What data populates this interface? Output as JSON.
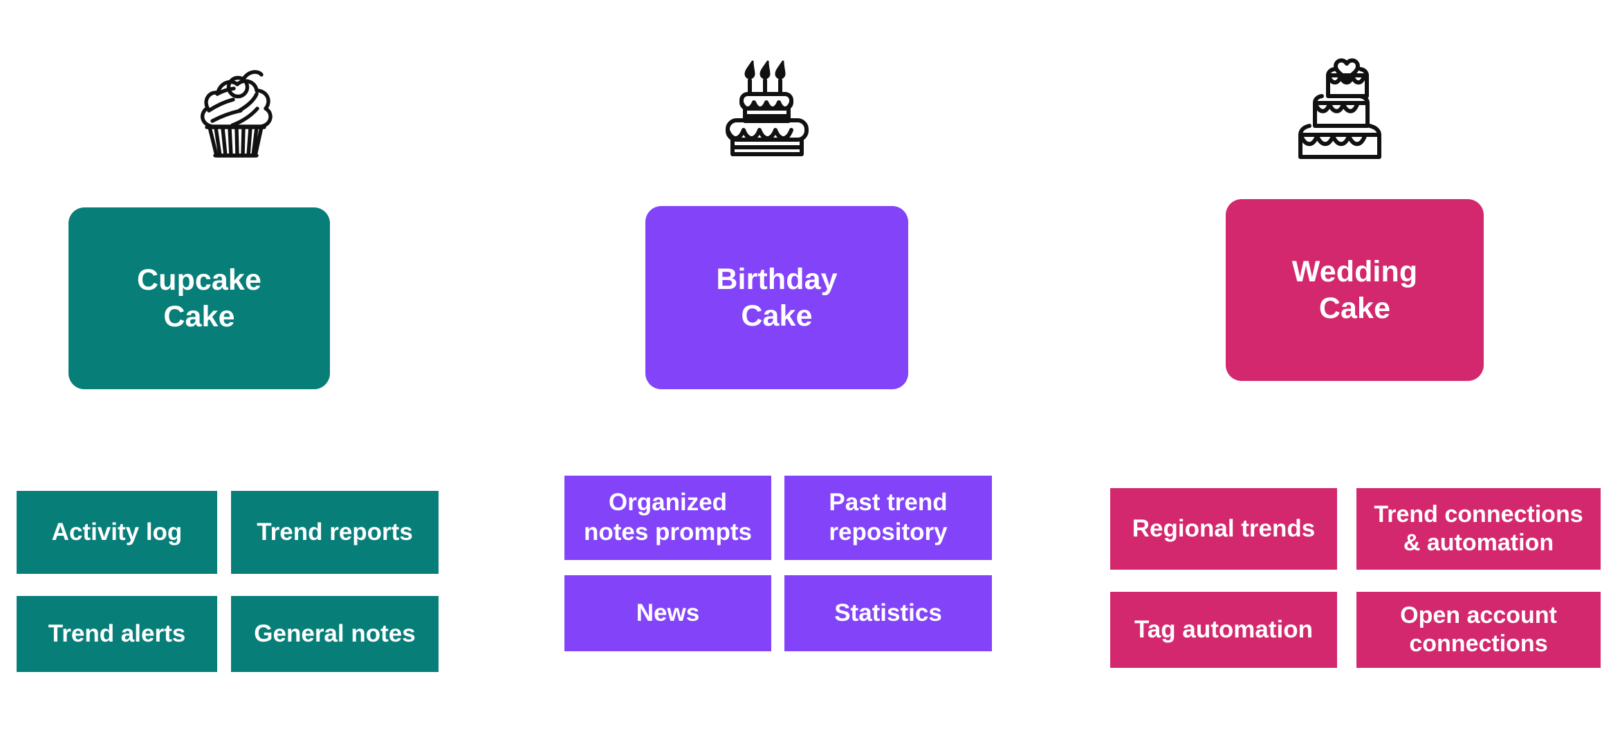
{
  "background_color": "#ffffff",
  "columns": [
    {
      "id": "cupcake",
      "icon": "cupcake-icon",
      "color": "#087E79",
      "card_label": "Cupcake\nCake",
      "tags": [
        {
          "label": "Activity log"
        },
        {
          "label": "Trend reports"
        },
        {
          "label": "Trend alerts"
        },
        {
          "label": "General notes"
        }
      ]
    },
    {
      "id": "birthday",
      "icon": "birthday-cake-icon",
      "color": "#8344F9",
      "card_label": "Birthday\nCake",
      "tags": [
        {
          "label": "Organized\nnotes prompts"
        },
        {
          "label": "Past trend\nrepository"
        },
        {
          "label": "News"
        },
        {
          "label": "Statistics"
        }
      ]
    },
    {
      "id": "wedding",
      "icon": "wedding-cake-icon",
      "color": "#D3286D",
      "card_label": "Wedding\nCake",
      "tags": [
        {
          "label": "Regional trends"
        },
        {
          "label": "Trend connections\n& automation"
        },
        {
          "label": "Tag automation"
        },
        {
          "label": "Open account\nconnections"
        }
      ]
    }
  ]
}
